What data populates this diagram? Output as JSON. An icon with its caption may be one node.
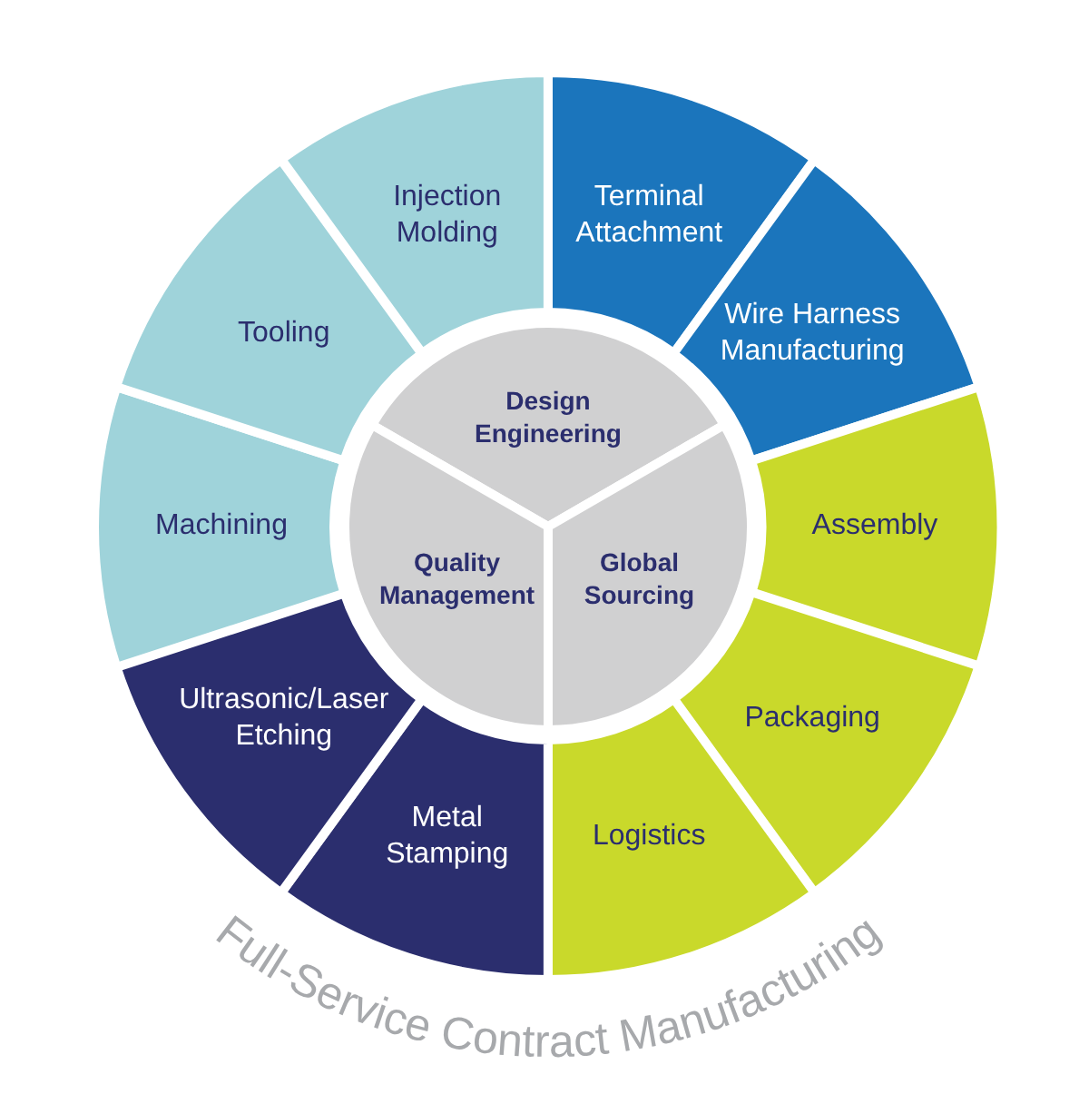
{
  "diagram": {
    "caption": "Full-Service Contract Manufacturing",
    "nodes": [
      {
        "text": [
          "Terminal Attachment"
        ]
      },
      {
        "text": [
          "Wire Harness Manufacturing"
        ]
      },
      {
        "text": [
          "Assembly"
        ]
      },
      {
        "text": [
          "Packaging"
        ]
      },
      {
        "text": [
          "Logistics"
        ]
      },
      {
        "text": [
          "Metal Stamping"
        ]
      },
      {
        "text": [
          "Ultrasonic/Laser Etching"
        ]
      },
      {
        "text": [
          "Machining"
        ]
      },
      {
        "text": [
          "Tooling"
        ]
      },
      {
        "text": [
          "Injection Molding"
        ]
      },
      {
        "text": [
          "Design Engineering"
        ]
      },
      {
        "text": [
          "Global Sourcing"
        ]
      },
      {
        "text": [
          "Quality Management"
        ]
      }
    ]
  }
}
